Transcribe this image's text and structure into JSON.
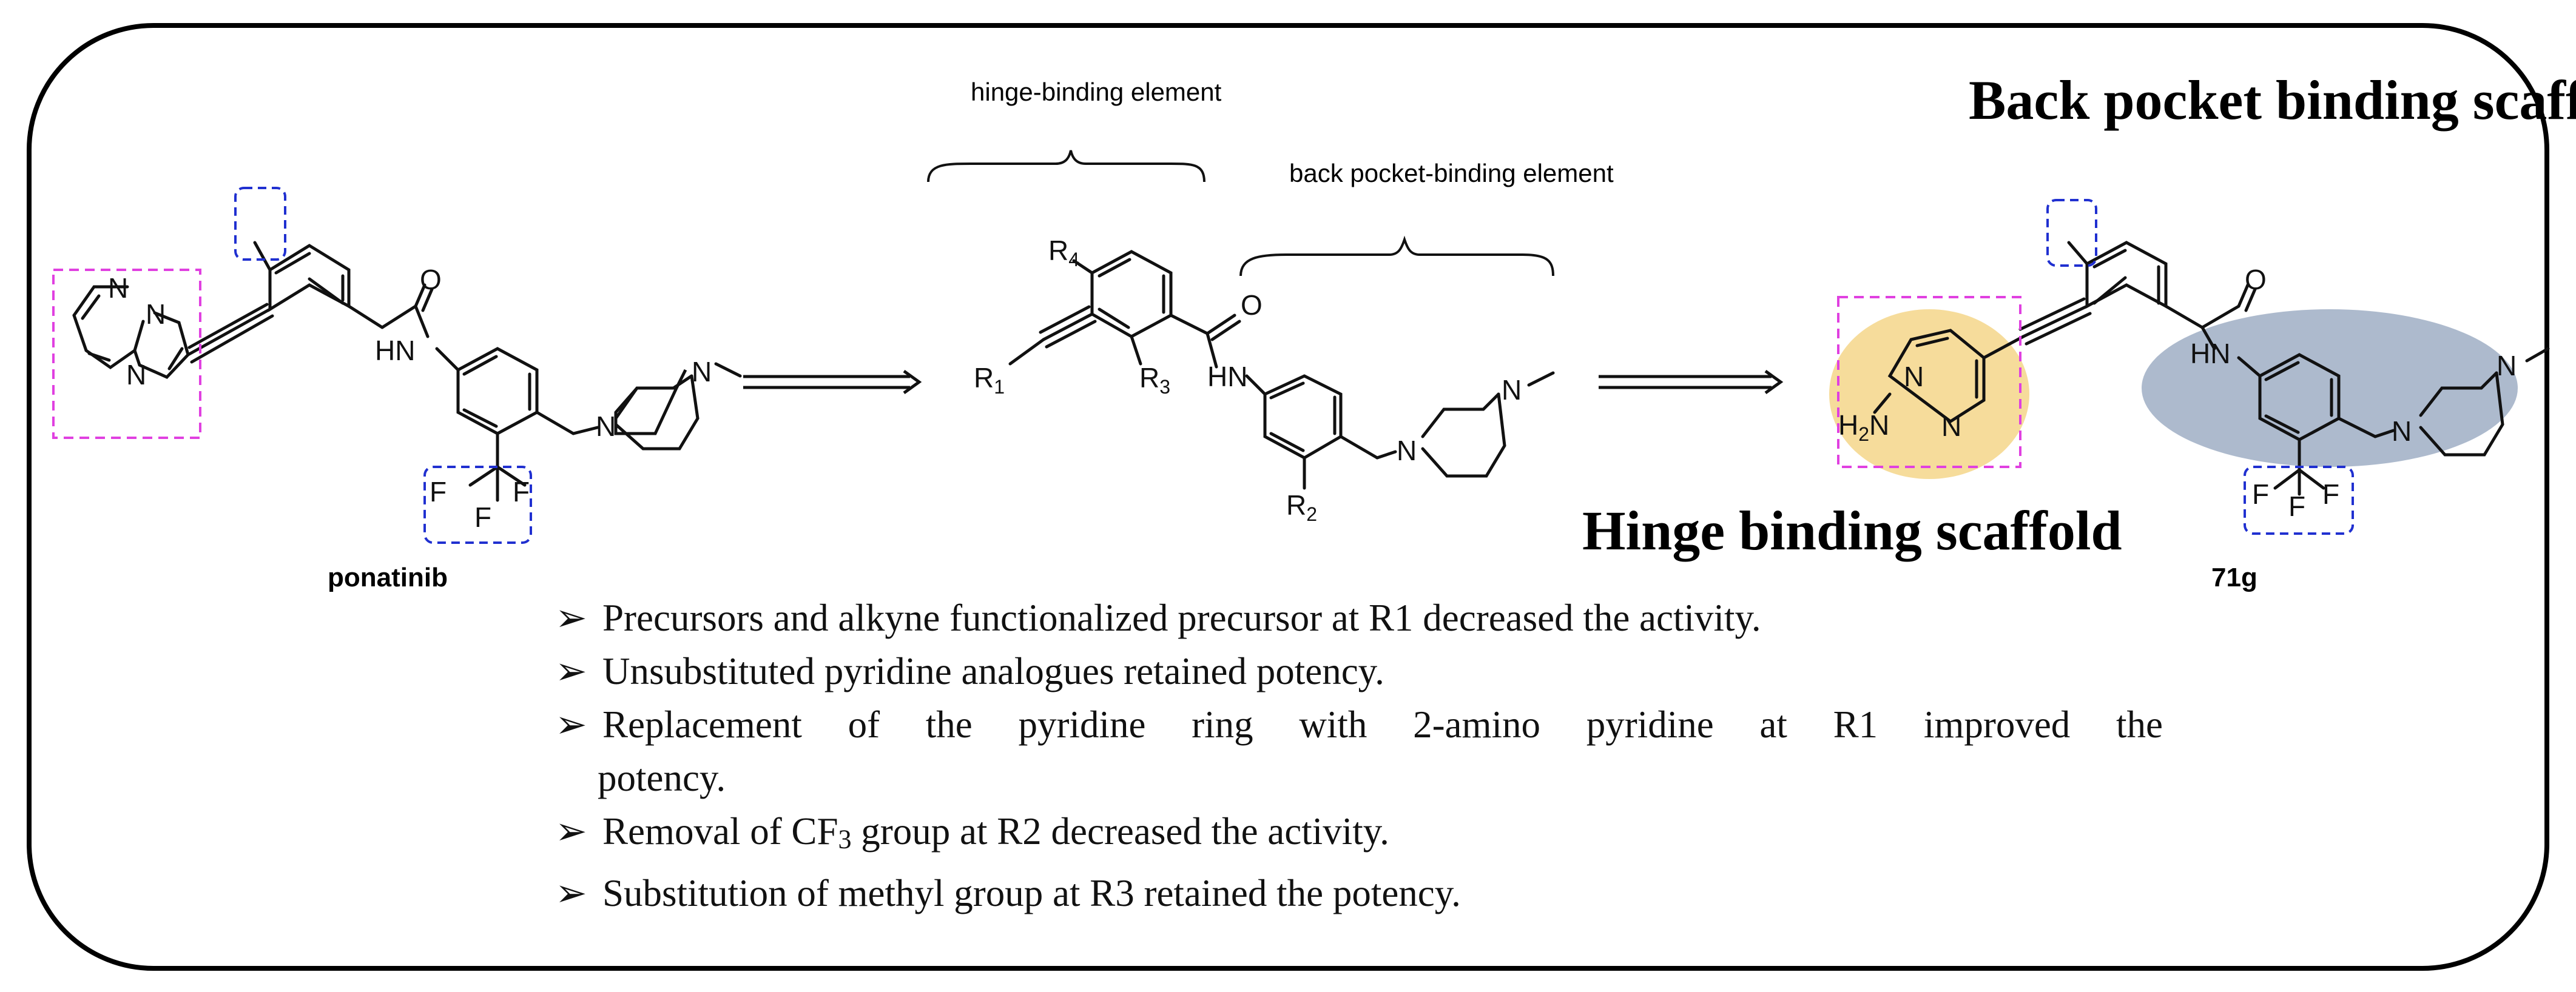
{
  "labels": {
    "hinge_binding_element": "hinge-binding element",
    "back_pocket_binding_element": "back pocket-binding element",
    "back_pocket_binding_scaffold": "Back pocket binding scaffold",
    "hinge_binding_scaffold": "Hinge binding scaffold",
    "ponatinib": "ponatinib",
    "compound_71g": "71g"
  },
  "substituents": {
    "R1": "R",
    "R1_sub": "1",
    "R2": "R",
    "R2_sub": "2",
    "R3": "R",
    "R3_sub": "3",
    "R4": "R",
    "R4_sub": "4"
  },
  "atoms": {
    "N": "N",
    "HN": "HN",
    "O": "O",
    "F": "F",
    "H2N_H": "H",
    "H2N_2": "2",
    "H2N_N": "N"
  },
  "bullets": [
    "Precursors and alkyne functionalized precursor at R1 decreased the activity.",
    "Unsubstituted pyridine analogues retained potency.",
    "Replacement of the pyridine ring with 2-amino pyridine at R1 improved the",
    "potency.",
    "Removal of CF",
    "3",
    " group at R2 decreased the activity.",
    "Substitution of methyl group at R3 retained the potency."
  ],
  "bullet_symbol": "➢",
  "colors": {
    "frame": "#000000",
    "substituent_red": "#e00000",
    "magenta_box": "#e040e0",
    "blue_box": "#2030d0",
    "hinge_highlight": "#f5d890",
    "back_pocket_highlight": "#a4b2c8"
  }
}
